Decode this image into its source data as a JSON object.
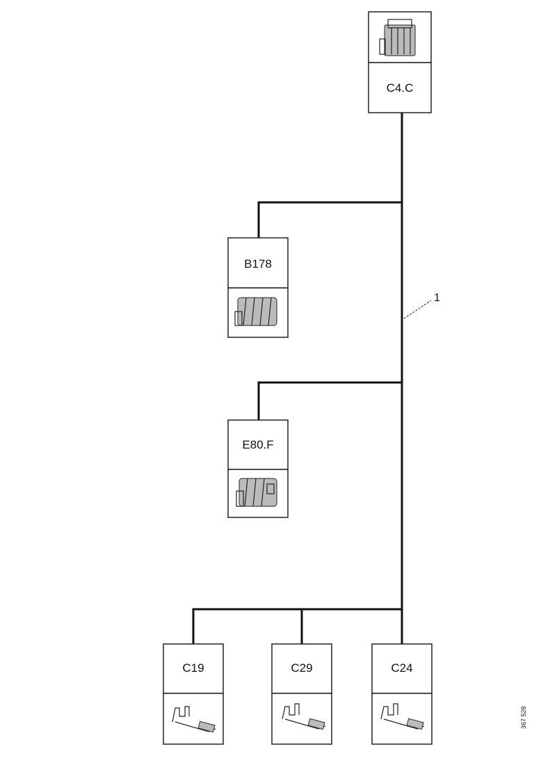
{
  "diagram": {
    "connectors": {
      "top": "C4.C",
      "upper_left": "B178",
      "middle_left": "E80.F",
      "bottom_1": "C19",
      "bottom_2": "C29",
      "bottom_3": "C24"
    },
    "callout_number": "1",
    "reference_code": "367 528",
    "icons": {
      "housing": "connector-housing-icon",
      "terminal": "terminal-pin-icon"
    }
  }
}
